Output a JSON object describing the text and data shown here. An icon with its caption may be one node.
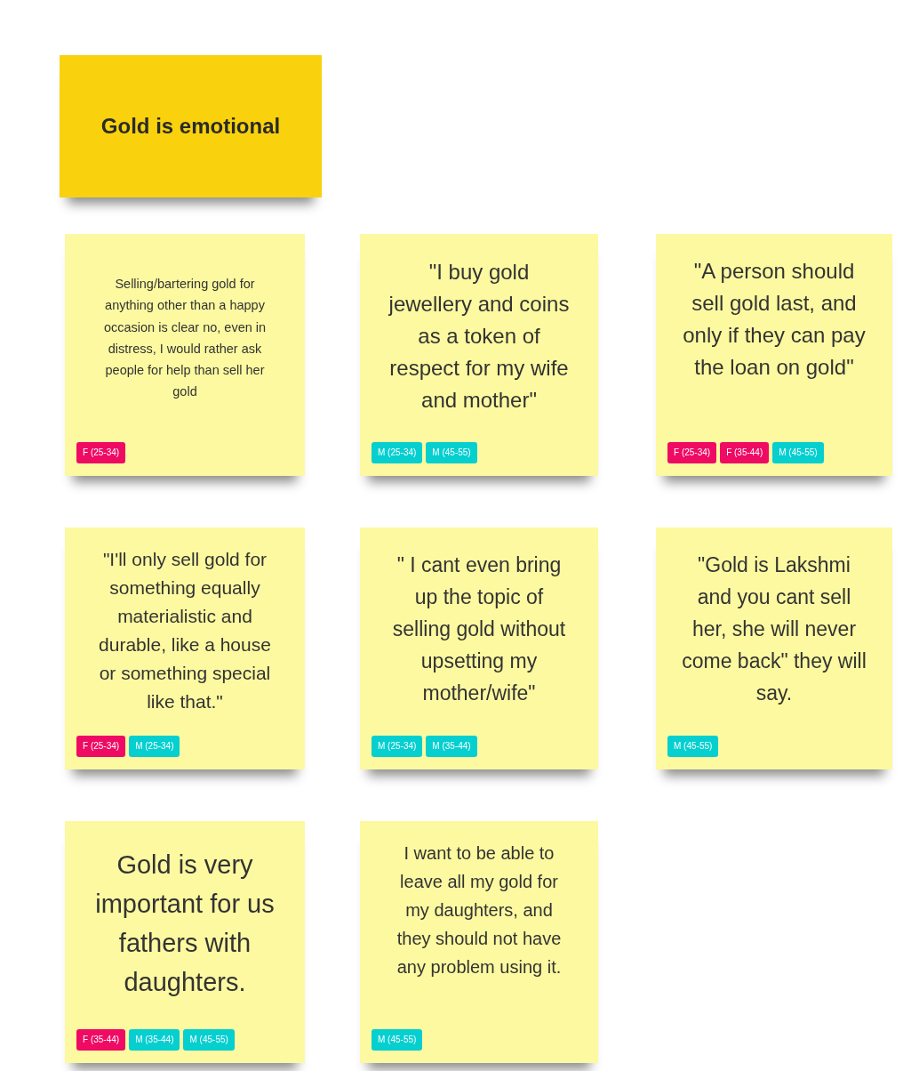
{
  "diagram": {
    "nodes": [
      {
        "text": [
          "Gold is emotional"
        ]
      },
      {
        "text": [
          "Selling/bartering gold for anything other than a happy occasion is clear no, even in distress, I would rather ask people for help than sell her gold"
        ]
      },
      {
        "text": [
          "F (25-34)"
        ],
        "in": 1
      },
      {
        "text": [
          "\"I buy gold jewellery and coins as a token of respect for my wife and mother\""
        ]
      },
      {
        "text": [
          "M (25-34)"
        ],
        "in": 3
      },
      {
        "text": [
          "M (45-55)"
        ],
        "in": 3
      },
      {
        "text": [
          "\"A person should sell gold last, and only if they can pay the loan on gold\""
        ]
      },
      {
        "text": [
          "F (25-34)"
        ],
        "in": 6
      },
      {
        "text": [
          "F (35-44)"
        ],
        "in": 6
      },
      {
        "text": [
          "M (45-55)"
        ],
        "in": 6
      },
      {
        "text": [
          "\"I'll only sell gold for something equally materialistic and durable, like a house or something special like that.\""
        ]
      },
      {
        "text": [
          "F (25-34)"
        ],
        "in": 10
      },
      {
        "text": [
          "M (25-34)"
        ],
        "in": 10
      },
      {
        "text": [
          "\" I cant even bring up the topic of selling gold without upsetting my mother/wife\""
        ]
      },
      {
        "text": [
          "M (25-34)"
        ],
        "in": 13
      },
      {
        "text": [
          "M (35-44)"
        ],
        "in": 13
      },
      {
        "text": [
          "\"Gold is Lakshmi and you cant sell her, she will never come back\" they will say."
        ]
      },
      {
        "text": [
          "M (45-55)"
        ],
        "in": 16
      },
      {
        "text": [
          "Gold is very important for us fathers with daughters."
        ]
      },
      {
        "text": [
          "F (35-44)"
        ],
        "in": 18
      },
      {
        "text": [
          "M (35-44)"
        ],
        "in": 18
      },
      {
        "text": [
          "M (45-55)"
        ],
        "in": 18
      },
      {
        "text": [
          "I want to be able to leave all my gold for my daughters, and they should not have any problem using it."
        ]
      },
      {
        "text": [
          "M (45-55)"
        ],
        "in": 22
      }
    ]
  }
}
